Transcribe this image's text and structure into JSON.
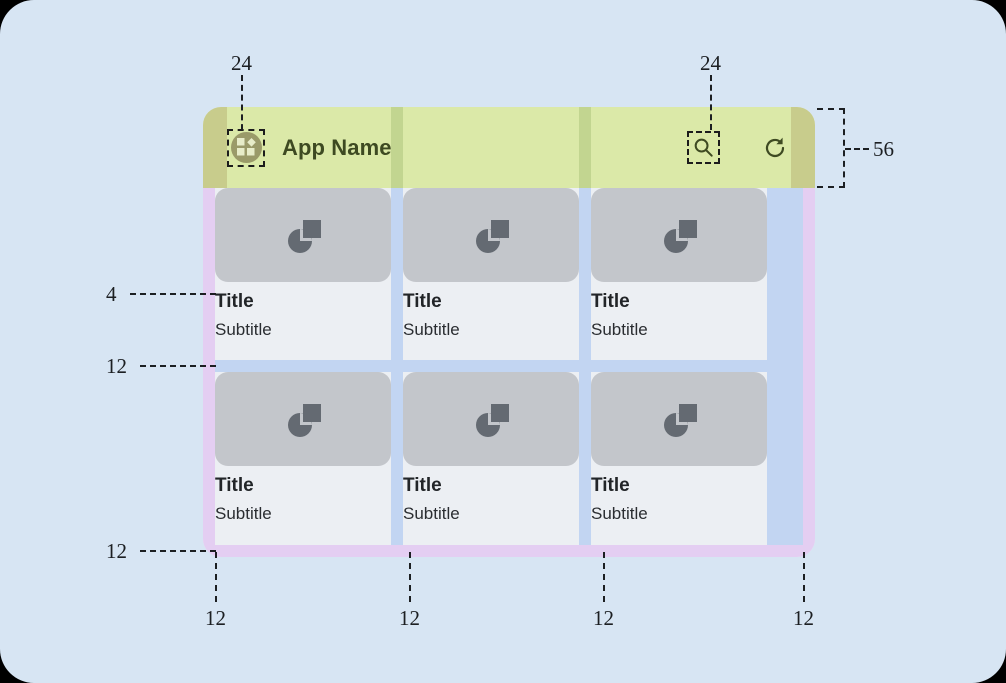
{
  "canvas": {
    "background_color": "#d7e5f3",
    "corner_radius": "34px"
  },
  "app_bar": {
    "height_spec": "56",
    "background_color": "#dbe9a8",
    "horizontal_padding_spec": "24",
    "title": "App Name",
    "title_color": "#3e4a22",
    "leading_icon": "app-grid-icon",
    "actions": [
      {
        "name": "search-icon",
        "label": "Search"
      },
      {
        "name": "refresh-icon",
        "label": "Refresh"
      }
    ]
  },
  "grid": {
    "outer_padding_spec": "12",
    "column_gutter_spec": "12",
    "row_gutter_spec": "12",
    "image_to_title_gap_spec": "4",
    "gutter_color": "#c2d5f2",
    "outer_padding_color": "#e4cef2",
    "card_background": "#eceff3",
    "thumb_color": "#c3c6cb",
    "columns": 3,
    "rows": 2,
    "cards": [
      {
        "title": "Title",
        "subtitle": "Subtitle",
        "thumb_icon": "shapes-placeholder-icon"
      },
      {
        "title": "Title",
        "subtitle": "Subtitle",
        "thumb_icon": "shapes-placeholder-icon"
      },
      {
        "title": "Title",
        "subtitle": "Subtitle",
        "thumb_icon": "shapes-placeholder-icon"
      },
      {
        "title": "Title",
        "subtitle": "Subtitle",
        "thumb_icon": "shapes-placeholder-icon"
      },
      {
        "title": "Title",
        "subtitle": "Subtitle",
        "thumb_icon": "shapes-placeholder-icon"
      },
      {
        "title": "Title",
        "subtitle": "Subtitle",
        "thumb_icon": "shapes-placeholder-icon"
      }
    ]
  },
  "annotations": {
    "top_left_24": "24",
    "top_right_24": "24",
    "right_56": "56",
    "left_4": "4",
    "left_12_row_gap": "12",
    "left_12_bottom": "12",
    "bottom_12_a": "12",
    "bottom_12_b": "12",
    "bottom_12_c": "12",
    "bottom_12_d": "12"
  }
}
